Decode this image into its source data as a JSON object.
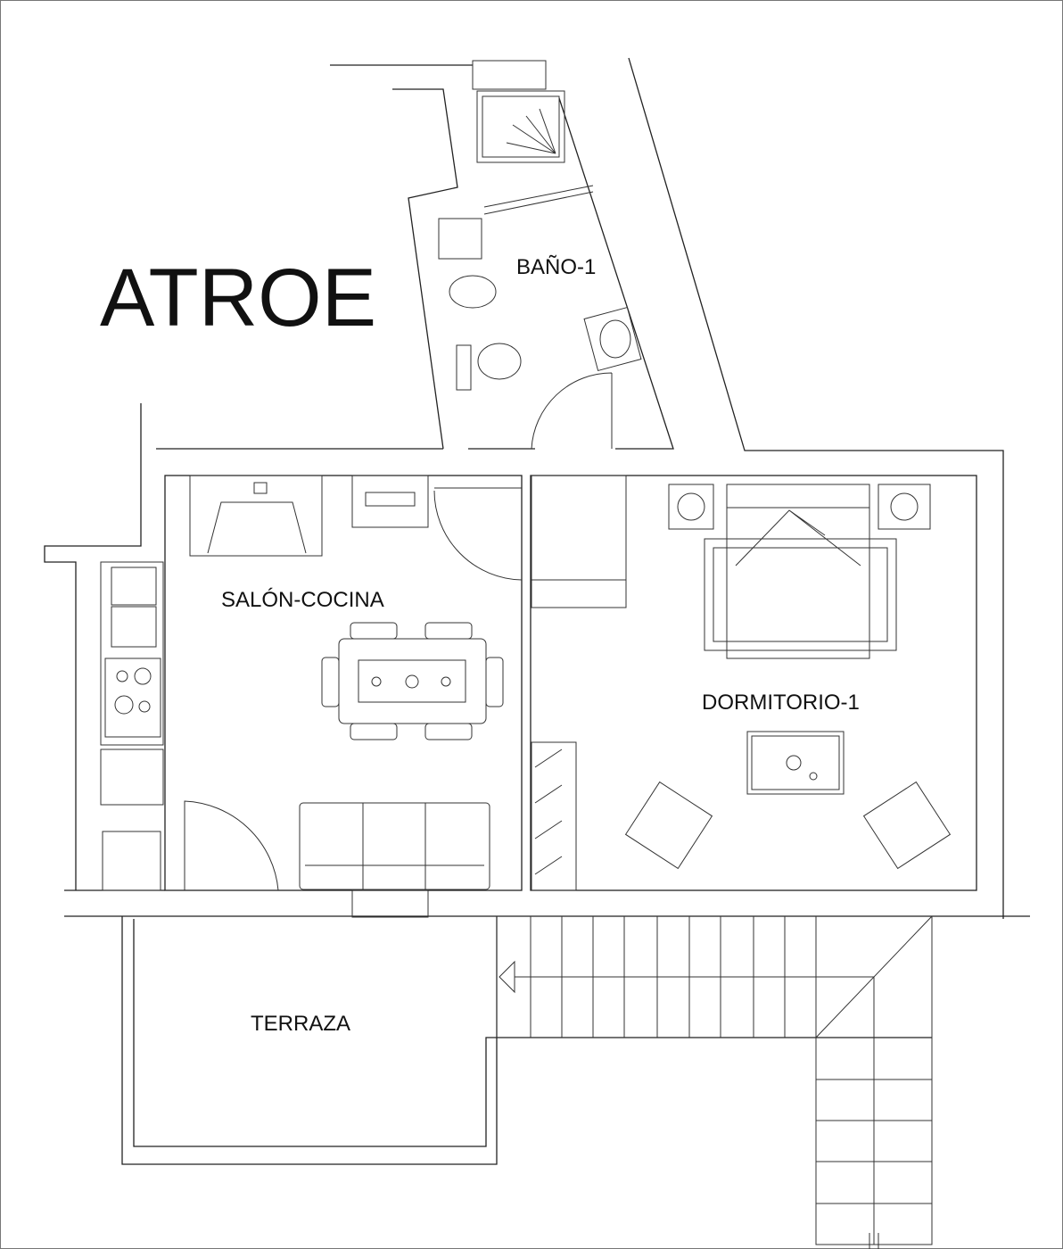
{
  "title": "ATROE",
  "rooms": {
    "bano": "BAÑO-1",
    "salon": "SALÓN-COCINA",
    "dormitorio": "DORMITORIO-1",
    "terraza": "TERRAZA"
  },
  "colors": {
    "line": "#222222",
    "background": "#ffffff"
  }
}
